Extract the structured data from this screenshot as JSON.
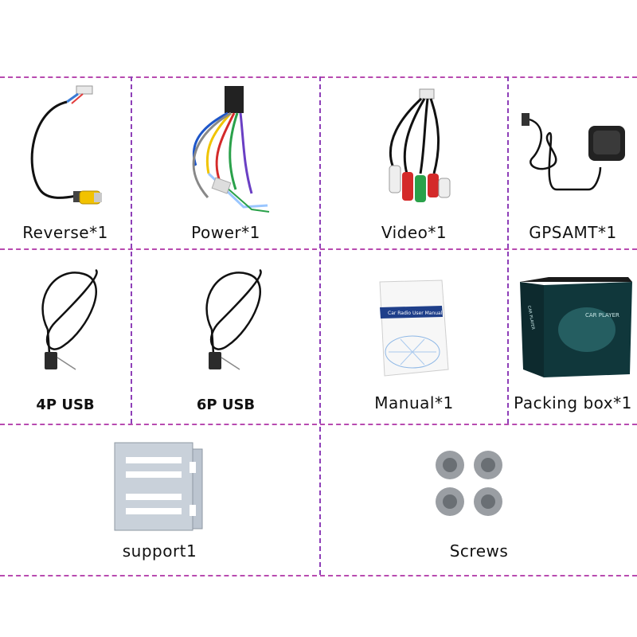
{
  "items": [
    {
      "label": "Reverse*1"
    },
    {
      "label": "Power*1"
    },
    {
      "label": "Video*1"
    },
    {
      "label": "GPSAMT*1"
    },
    {
      "label": "4P USB"
    },
    {
      "label": "6P USB"
    },
    {
      "label": "Manual*1"
    },
    {
      "label": "Packing box*1"
    },
    {
      "label": "support1"
    },
    {
      "label": "Screws"
    }
  ],
  "manual": {
    "cover_title": "Car Radio User Manual"
  },
  "box": {
    "side_text": "CAR PLAYER",
    "front_text": "CAR PLAYER"
  },
  "colors": {
    "divider": "#b84bb0",
    "divider_alt": "#8e3fb8",
    "label": "#111111"
  }
}
